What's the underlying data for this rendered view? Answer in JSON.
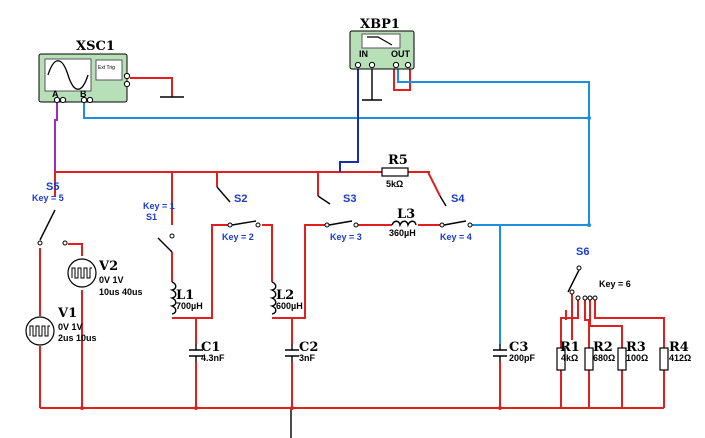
{
  "instruments": {
    "oscilloscope": {
      "name": "XSC1",
      "ext_trig": "Ext Trig",
      "ch_a": "A",
      "ch_b": "B"
    },
    "bode_plotter": {
      "name": "XBP1",
      "in_label": "IN",
      "out_label": "OUT"
    }
  },
  "sources": {
    "v1": {
      "name": "V1",
      "spec1": "0V 1V",
      "spec2": "2us 10us"
    },
    "v2": {
      "name": "V2",
      "spec1": "0V 1V",
      "spec2": "10us 40us"
    }
  },
  "switches": {
    "s1": {
      "name": "S1",
      "key": "Key = 1"
    },
    "s2": {
      "name": "S2",
      "key": "Key = 2"
    },
    "s3": {
      "name": "S3",
      "key": "Key = 3"
    },
    "s4": {
      "name": "S4",
      "key": "Key = 4"
    },
    "s5": {
      "name": "S5",
      "key": "Key = 5"
    },
    "s6": {
      "name": "S6",
      "key": "Key = 6"
    }
  },
  "inductors": {
    "l1": {
      "name": "L1",
      "value": "700µH"
    },
    "l2": {
      "name": "L2",
      "value": "600µH"
    },
    "l3": {
      "name": "L3",
      "value": "360µH"
    }
  },
  "capacitors": {
    "c1": {
      "name": "C1",
      "value": "4.3nF"
    },
    "c2": {
      "name": "C2",
      "value": "3nF"
    },
    "c3": {
      "name": "C3",
      "value": "200pF"
    }
  },
  "resistors": {
    "r1": {
      "name": "R1",
      "value": "4kΩ"
    },
    "r2": {
      "name": "R2",
      "value": "680Ω"
    },
    "r3": {
      "name": "R3",
      "value": "100Ω"
    },
    "r4": {
      "name": "R4",
      "value": "412Ω"
    },
    "r5": {
      "name": "R5",
      "value": "5kΩ"
    }
  },
  "colors": {
    "wire_red": "#e0201e",
    "wire_blue": "#1e8fdc",
    "wire_navy": "#1a2bb0",
    "wire_purple": "#9a2bc8",
    "instrument_green": "#b7e0b9",
    "label_blue": "#1a3ad0"
  }
}
